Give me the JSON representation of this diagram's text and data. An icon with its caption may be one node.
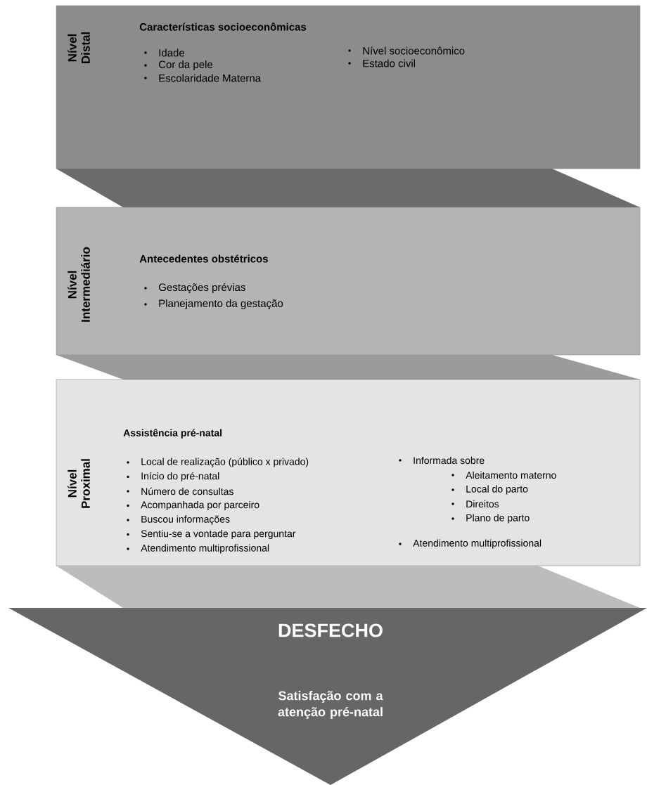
{
  "diagram": {
    "nodes": [
      {
        "text": [
          "Nível Distal",
          "Características socioeconômicas",
          "Idade",
          "Cor da pele",
          "Escolaridade Materna",
          "Nível socioeconômico",
          "Estado civil"
        ]
      },
      {
        "text": [],
        "shape": "band"
      },
      {
        "text": [
          "Nível Intermediário",
          "Antecedentes obstétricos",
          "Gestações prévias",
          "Planejamento da gestação"
        ]
      },
      {
        "text": [],
        "shape": "band"
      },
      {
        "text": [
          "Nível Proximal",
          "Assistência pré-natal",
          "Local de realização (público x privado)",
          "Início do pré-natal",
          "Número de consultas",
          "Acompanhada por parceiro",
          "Buscou informações",
          "Sentiu-se a vontade para perguntar",
          "Atendimento multiprofissional",
          "Informada sobre",
          "Aleitamento materno",
          "Local do parto",
          "Direitos",
          "Plano de parto",
          "Atendimento multiprofissional"
        ]
      },
      {
        "text": [],
        "shape": "band"
      },
      {
        "text": [
          "DESFECHO",
          "Satisfação com a atenção pré-natal"
        ]
      }
    ]
  }
}
